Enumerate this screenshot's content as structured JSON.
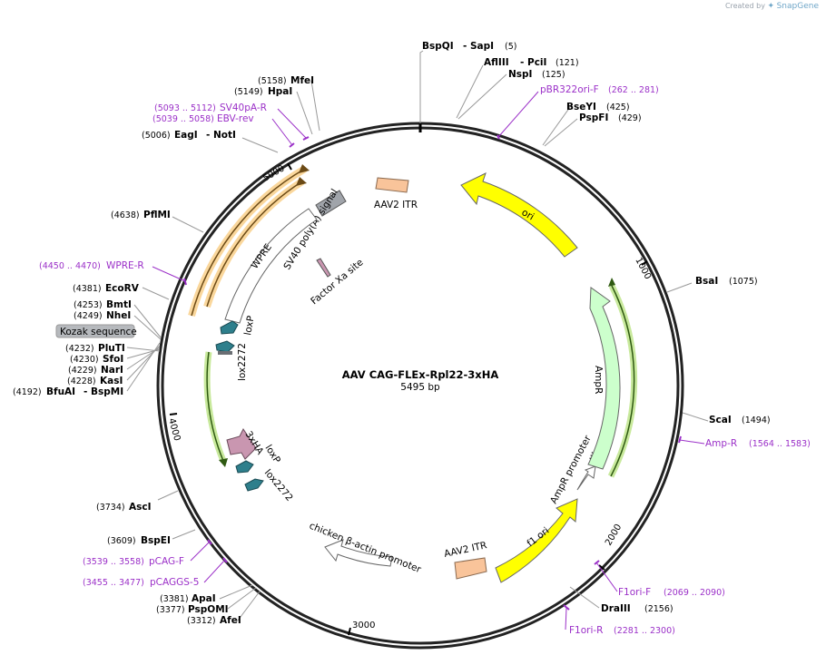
{
  "credit": {
    "prefix": "Created by",
    "brand": "SnapGene"
  },
  "map": {
    "name": "AAV CAG-FLEx-Rpl22-3xHA",
    "length": "5495 bp"
  },
  "ticks": [
    "1000",
    "2000",
    "3000",
    "4000",
    "5000"
  ],
  "restriction_sites": [
    {
      "name": "BspQI",
      "name2": "SapI",
      "pos": "(5)"
    },
    {
      "name": "AflIII",
      "name2": "PciI",
      "pos": "(121)"
    },
    {
      "name": "NspI",
      "pos": "(125)"
    },
    {
      "name": "BseYI",
      "pos": "(425)"
    },
    {
      "name": "PspFI",
      "pos": "(429)"
    },
    {
      "name": "BsaI",
      "pos": "(1075)"
    },
    {
      "name": "ScaI",
      "pos": "(1494)"
    },
    {
      "name": "DraIII",
      "pos": "(2156)"
    },
    {
      "name": "AfeI",
      "pos": "(3312)"
    },
    {
      "name": "PspOMI",
      "pos": "(3377)"
    },
    {
      "name": "ApaI",
      "pos": "(3381)"
    },
    {
      "name": "BspEI",
      "pos": "(3609)"
    },
    {
      "name": "AscI",
      "pos": "(3734)"
    },
    {
      "name": "BfuAI",
      "name2": "BspMI",
      "pos": "(4192)"
    },
    {
      "name": "KasI",
      "pos": "(4228)"
    },
    {
      "name": "NarI",
      "pos": "(4229)"
    },
    {
      "name": "SfoI",
      "pos": "(4230)"
    },
    {
      "name": "PluTI",
      "pos": "(4232)"
    },
    {
      "name": "NheI",
      "pos": "(4249)"
    },
    {
      "name": "BmtI",
      "pos": "(4253)"
    },
    {
      "name": "EcoRV",
      "pos": "(4381)"
    },
    {
      "name": "PflMI",
      "pos": "(4638)"
    },
    {
      "name": "EagI",
      "name2": "NotI",
      "pos": "(5006)"
    },
    {
      "name": "HpaI",
      "pos": "(5149)"
    },
    {
      "name": "MfeI",
      "pos": "(5158)"
    }
  ],
  "primers": [
    {
      "name": "pBR322ori-F",
      "pos": "(262 .. 281)"
    },
    {
      "name": "Amp-R",
      "pos": "(1564 .. 1583)"
    },
    {
      "name": "F1ori-F",
      "pos": "(2069 .. 2090)"
    },
    {
      "name": "F1ori-R",
      "pos": "(2281 .. 2300)"
    },
    {
      "name": "pCAGGS-5",
      "pos": "(3455 .. 3477)"
    },
    {
      "name": "pCAG-F",
      "pos": "(3539 .. 3558)"
    },
    {
      "name": "WPRE-R",
      "pos": "(4450 .. 4470)"
    },
    {
      "name": "EBV-rev",
      "pos": "(5039 .. 5058)"
    },
    {
      "name": "SV40pA-R",
      "pos": "(5093 .. 5112)"
    }
  ],
  "kozak_label": "Kozak sequence",
  "features": {
    "aav2_itr_top": "AAV2 ITR",
    "ori": "ori",
    "sv40": "SV40 poly(A) signal",
    "wpre": "WPRE",
    "factor_xa": "Factor Xa site",
    "loxp_left": "loxP",
    "lox2272_left": "lox2272",
    "ampr": "AmpR",
    "ampr_promoter": "AmpR promoter",
    "three_xha": "3xHA",
    "loxp_right": "loxP",
    "lox2272_right": "lox2272",
    "cba_promoter": "chicken β-actin promoter",
    "aav2_itr_bottom": "AAV2 ITR",
    "f1_ori": "f1 ori"
  },
  "colors": {
    "ori": "#ffff00",
    "itr": "#f9c49a",
    "ampr": "#ccffcc",
    "lox": "#2e7f8c",
    "three_xha": "#c996b0",
    "sv40_box": "#a0a4aa",
    "primer": "#9b30c8",
    "orf_orange": "#f5a623",
    "orf_green": "#9ad74a"
  }
}
